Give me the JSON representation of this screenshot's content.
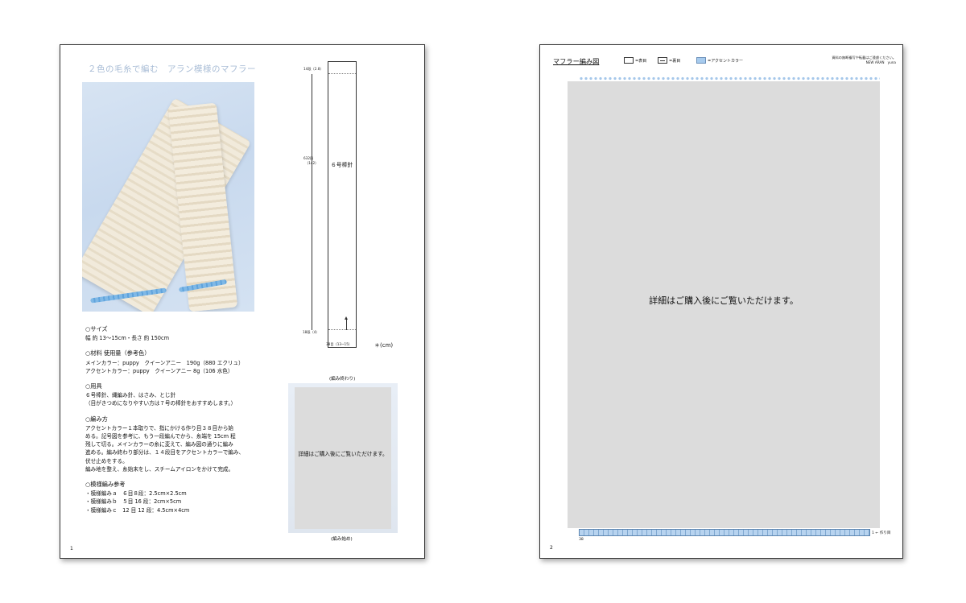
{
  "page1": {
    "title": "２色の毛糸で編む　アラン模様のマフラー",
    "page_number": "1",
    "sections": [
      {
        "heading": "○サイズ",
        "lines": [
          "幅 約 13～15cm・長さ 約 150cm"
        ]
      },
      {
        "heading": "○材料 使用量（参考色）",
        "lines": [
          "メインカラー：puppy　クイーンアニー　190g（880 エクリュ）",
          "アクセントカラー：puppy　クイーンアニー 8g（106 水色）"
        ]
      },
      {
        "heading": "○用具",
        "lines": [
          "６号棒針、縄編み針、はさみ、とじ針",
          "（目がきつめになりやすい方は７号の棒針をおすすめします。）"
        ]
      },
      {
        "heading": "○編み方",
        "lines": [
          "アクセントカラー１本取りで、指にかける作り目３８目から始",
          "める。記号図を参考に、もう一段編んでから、糸端を 15cm 程",
          "残して切る。メインカラーの糸に変えて、編み図の通りに編み",
          "進める。編み終わり部分は、１４段目をアクセントカラーで編み、",
          "伏せ止めをする。",
          "編み地を整え、糸始末をし、スチームアイロンをかけて完成。"
        ]
      },
      {
        "heading": "○模様編み参考",
        "lines": [
          "・模様編みａ　６目８段：2.5cm×2.5cm",
          "・模様編みｂ　５目 16 段：2cm×5cm",
          "・模様編みｃ　12 目 12 段：4.5cm×4cm"
        ]
      }
    ],
    "diagram": {
      "needle_label": "６号棒針",
      "top_rows": "14段（2.8）",
      "middle_rows": "632段",
      "middle_cm": "（142）",
      "bottom_rows": "18段（4）",
      "width": "38目（13~15）",
      "unit": "＊(cm)"
    },
    "finish_photo": {
      "caption_top": "(編み終わり)",
      "caption_bottom": "(編み始め)",
      "message": "詳細はご購入後にご覧いただけます。"
    }
  },
  "page2": {
    "title": "マフラー編み図",
    "legend": [
      {
        "label": "=表目",
        "style": "plain"
      },
      {
        "label": "=裏目",
        "style": "dash"
      },
      {
        "label": "=アクセントカラー",
        "style": "blue"
      }
    ],
    "note_line1": "資料の無断複写や転載はご遠慮ください。",
    "note_line2": "NEW ARAN　yuna",
    "message": "詳細はご購入後にご覧いただけます。",
    "stitch_count": "38",
    "cast_on_label": "1 ← 作り目",
    "page_number": "2"
  },
  "colors": {
    "accent_blue": "#a7cbee",
    "title_blue": "#a9bdd6",
    "mask_gray": "#dcdcdc"
  }
}
